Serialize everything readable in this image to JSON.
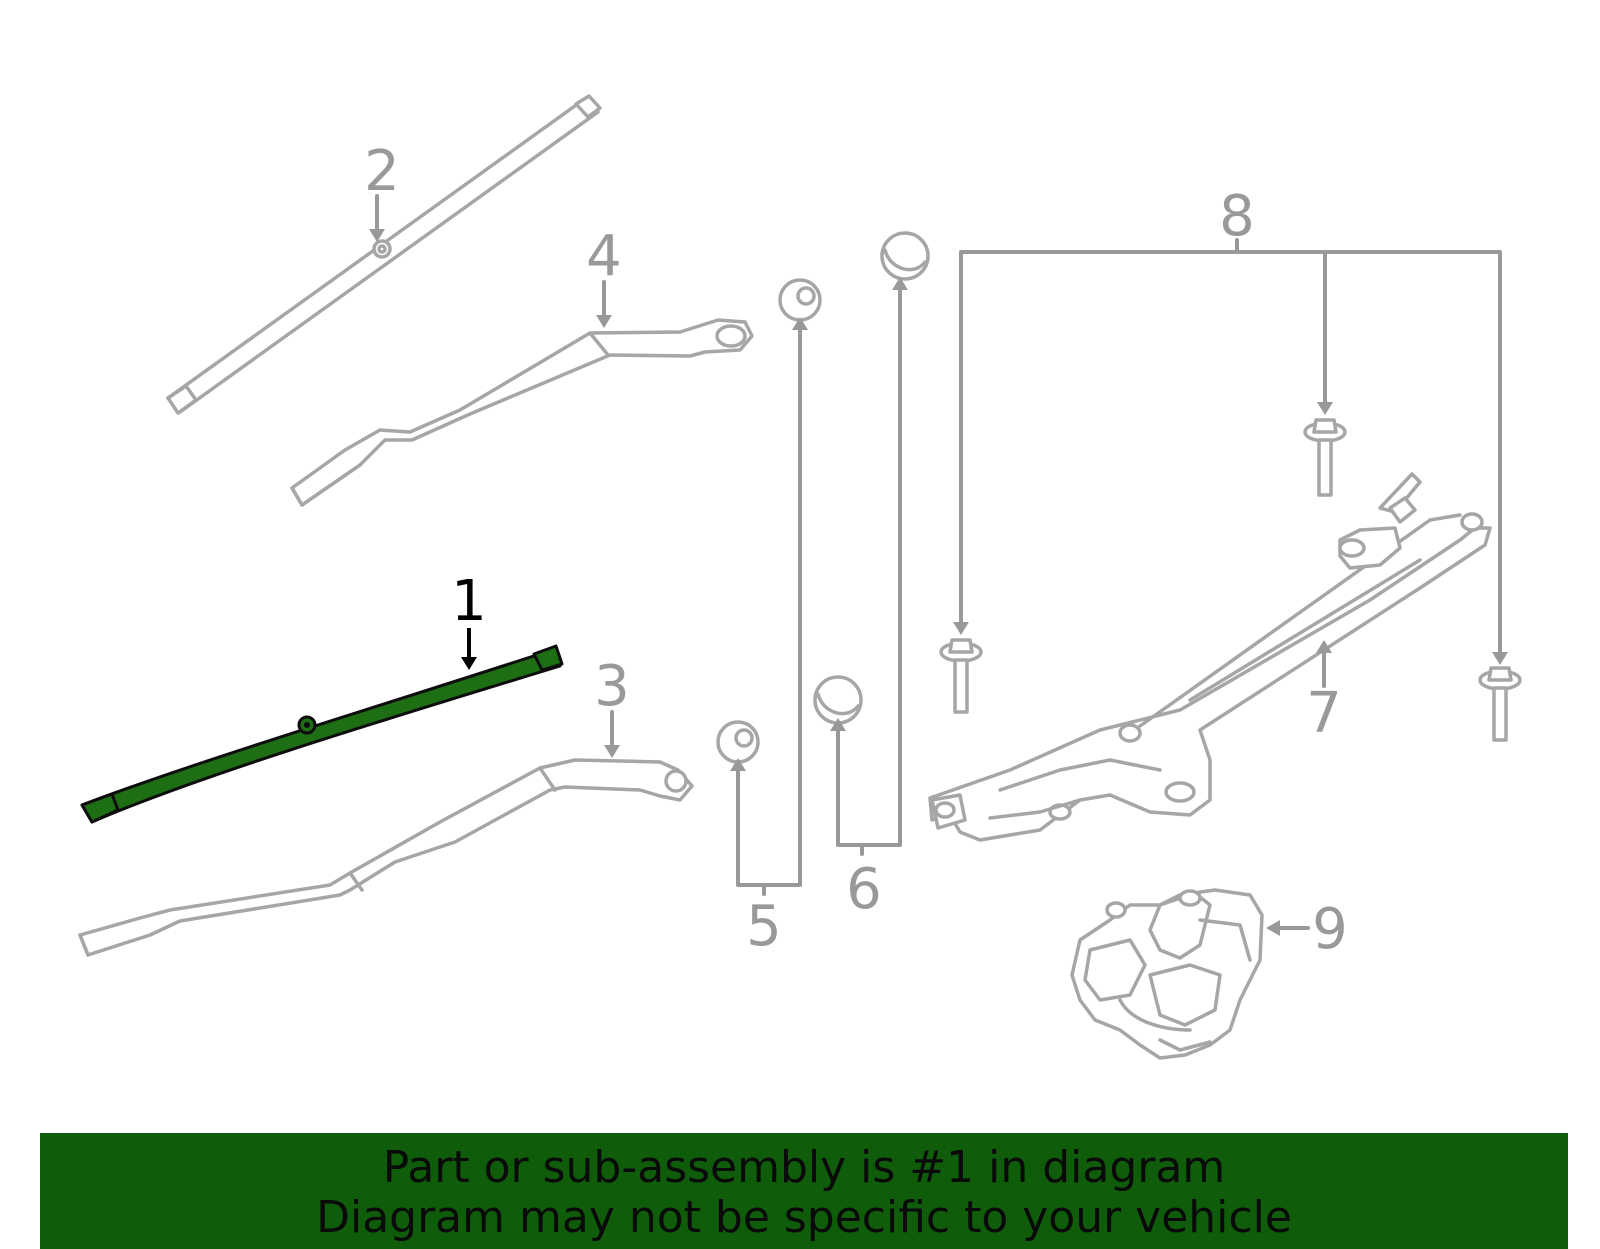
{
  "callouts": {
    "c1": "1",
    "c2": "2",
    "c3": "3",
    "c4": "4",
    "c5": "5",
    "c6": "6",
    "c7": "7",
    "c8": "8",
    "c9": "9"
  },
  "highlighted_part": "1",
  "colors": {
    "highlight": "#1e6e14",
    "banner_bg": "#0f5d0a",
    "parts_gray": "#a6a6a6",
    "callout_gray": "#999999"
  },
  "banner": {
    "line1": "Part or sub-assembly is #1 in diagram",
    "line2": "Diagram may not be specific to your vehicle"
  }
}
